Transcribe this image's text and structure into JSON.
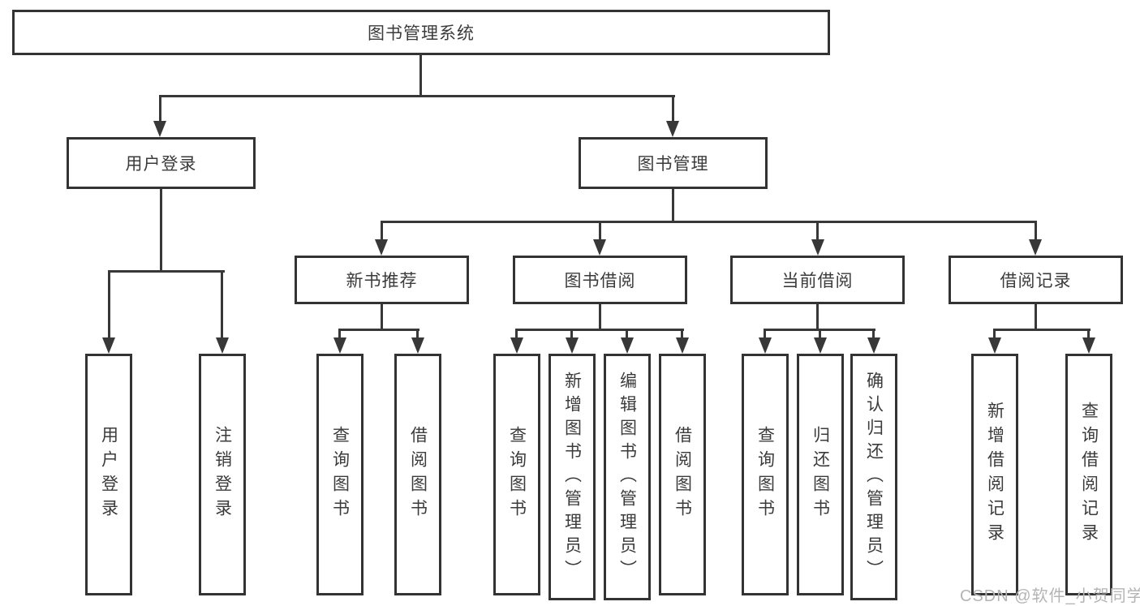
{
  "diagram": {
    "type": "tree",
    "root": {
      "label": "图书管理系统",
      "children": [
        {
          "label": "用户登录",
          "children": [
            {
              "label": "用户登录"
            },
            {
              "label": "注销登录"
            }
          ]
        },
        {
          "label": "图书管理",
          "children": [
            {
              "label": "新书推荐",
              "children": [
                {
                  "label": "查询图书"
                },
                {
                  "label": "借阅图书"
                }
              ]
            },
            {
              "label": "图书借阅",
              "children": [
                {
                  "label": "查询图书"
                },
                {
                  "label": "新增图书（管理员）"
                },
                {
                  "label": "编辑图书（管理员）"
                },
                {
                  "label": "借阅图书"
                }
              ]
            },
            {
              "label": "当前借阅",
              "children": [
                {
                  "label": "查询图书"
                },
                {
                  "label": "归还图书"
                },
                {
                  "label": "确认归还（管理员）"
                }
              ]
            },
            {
              "label": "借阅记录",
              "children": [
                {
                  "label": "新增借阅记录"
                },
                {
                  "label": "查询借阅记录"
                }
              ]
            }
          ]
        }
      ]
    }
  },
  "watermark": {
    "text": "CSDN @软件_小贺同学",
    "color": "#b4b4b4"
  },
  "colors": {
    "line": "#383838",
    "text": "#3b3b3b",
    "background": "#ffffff"
  }
}
